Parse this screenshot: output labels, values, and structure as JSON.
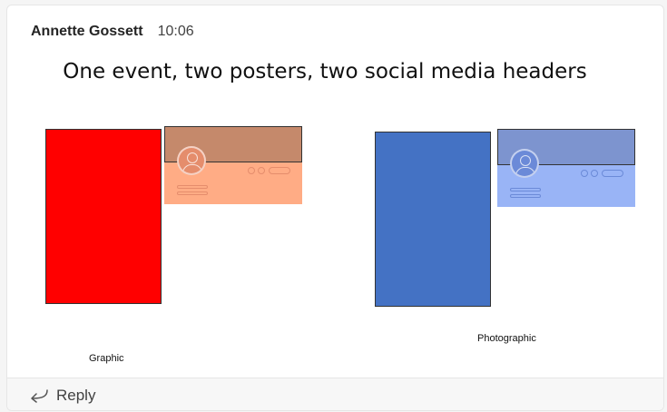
{
  "message": {
    "author": "Annette Gossett",
    "time": "10:06"
  },
  "slide": {
    "title": "One event, two posters, two social media headers",
    "groups": [
      {
        "caption": "Graphic",
        "poster_color": "#ff0000",
        "header_banner_color": "#c5896b",
        "header_body_color": "#ffac85",
        "header_element_color": "#e58d6c"
      },
      {
        "caption": "Photographic",
        "poster_color": "#4472c4",
        "header_banner_color": "#7d94cf",
        "header_body_color": "#99b4f6",
        "header_element_color": "#6b8ad8"
      }
    ]
  },
  "footer": {
    "reply_label": "Reply",
    "reply_icon": "reply-arrow-icon"
  }
}
